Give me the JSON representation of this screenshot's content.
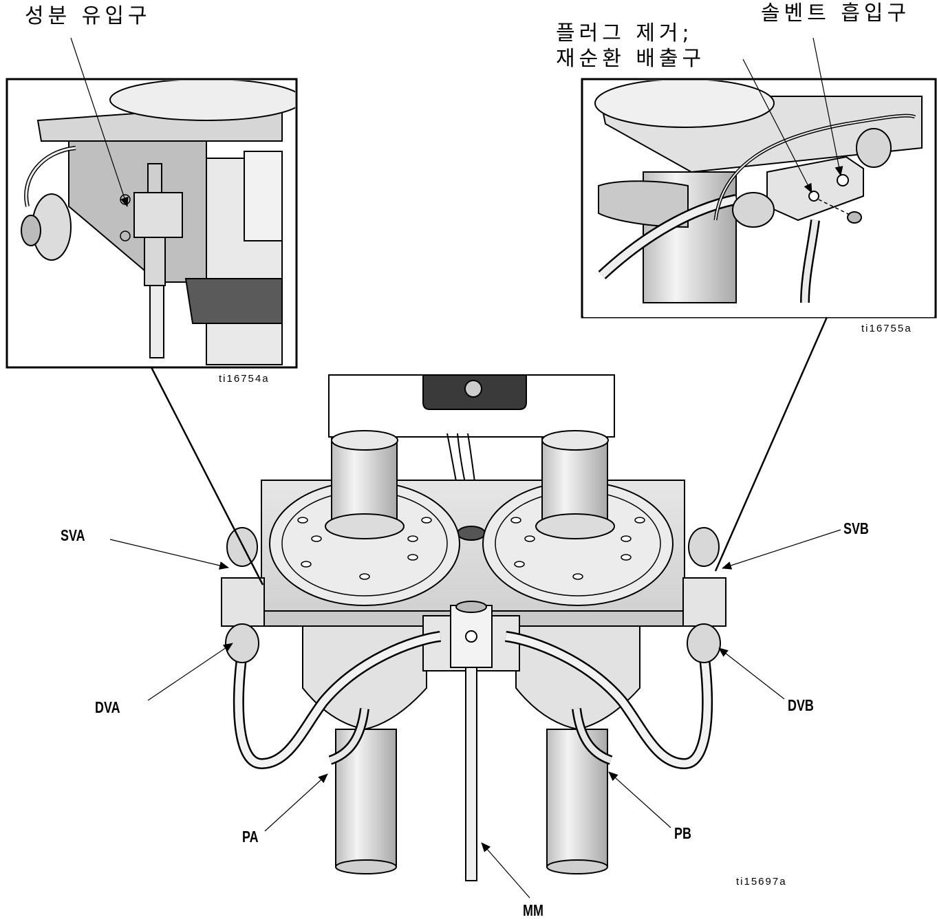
{
  "inset_left": {
    "label": "성분 유입구",
    "figure_id": "ti16754a"
  },
  "inset_right": {
    "label_top": "솔벤트 흡입구",
    "label_plug_line1": "플러그 제거;",
    "label_plug_line2": "재순환 배출구",
    "figure_id": "ti16755a"
  },
  "main": {
    "figure_id": "ti15697a",
    "callouts": {
      "sva": "SVA",
      "svb": "SVB",
      "dva": "DVA",
      "dvb": "DVB",
      "pa": "PA",
      "pb": "PB",
      "mm": "MM"
    }
  },
  "colors": {
    "ink": "#000000",
    "metal": "#d9d9d9",
    "metal_dark": "#8c8c8c",
    "panel": "#3a3a3a"
  }
}
